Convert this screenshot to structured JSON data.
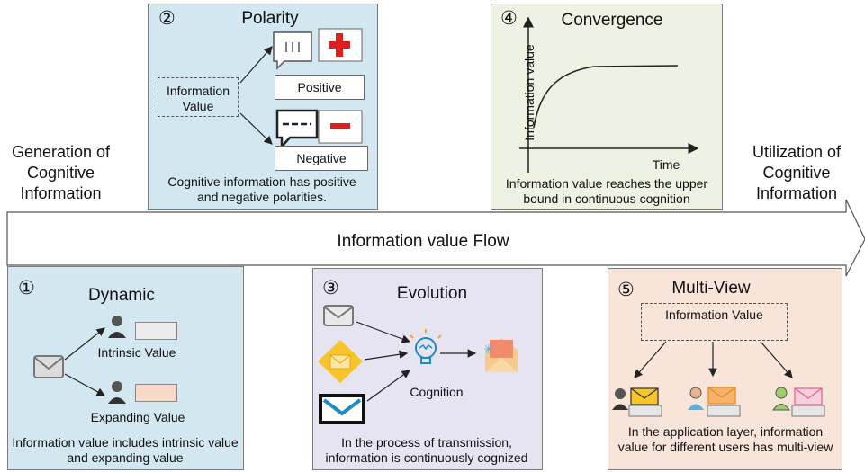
{
  "side": {
    "left": "Generation of Cognitive Information",
    "right": "Utilization of Cognitive Information",
    "flow": "Information value Flow"
  },
  "panels": {
    "dynamic": {
      "number": "①",
      "title": "Dynamic",
      "intrinsic": "Intrinsic Value",
      "expanding": "Expanding Value",
      "caption": "Information value includes intrinsic value and expanding value"
    },
    "polarity": {
      "number": "②",
      "title": "Polarity",
      "info_value": "Information Value",
      "positive": "Positive",
      "negative": "Negative",
      "caption": "Cognitive information has positive and negative polarities."
    },
    "evolution": {
      "number": "③",
      "title": "Evolution",
      "cognition": "Cognition",
      "caption": "In the process of transmission, information is continuously cognized"
    },
    "convergence": {
      "number": "④",
      "title": "Convergence",
      "y_axis": "Information value",
      "x_axis": "Time",
      "caption": "Information value reaches the upper bound in continuous cognition"
    },
    "multiview": {
      "number": "⑤",
      "title": "Multi-View",
      "info_value": "Information Value",
      "caption": "In the application layer, information value for different users has multi-view"
    }
  },
  "colors": {
    "blue_panel": "#d2e7ef",
    "purple_panel": "#e7e4f2",
    "green_panel": "#eef2e3",
    "peach_panel": "#f8e4d8",
    "plus_minus": "#e0201d",
    "accent_blue": "#1e8bc3"
  }
}
